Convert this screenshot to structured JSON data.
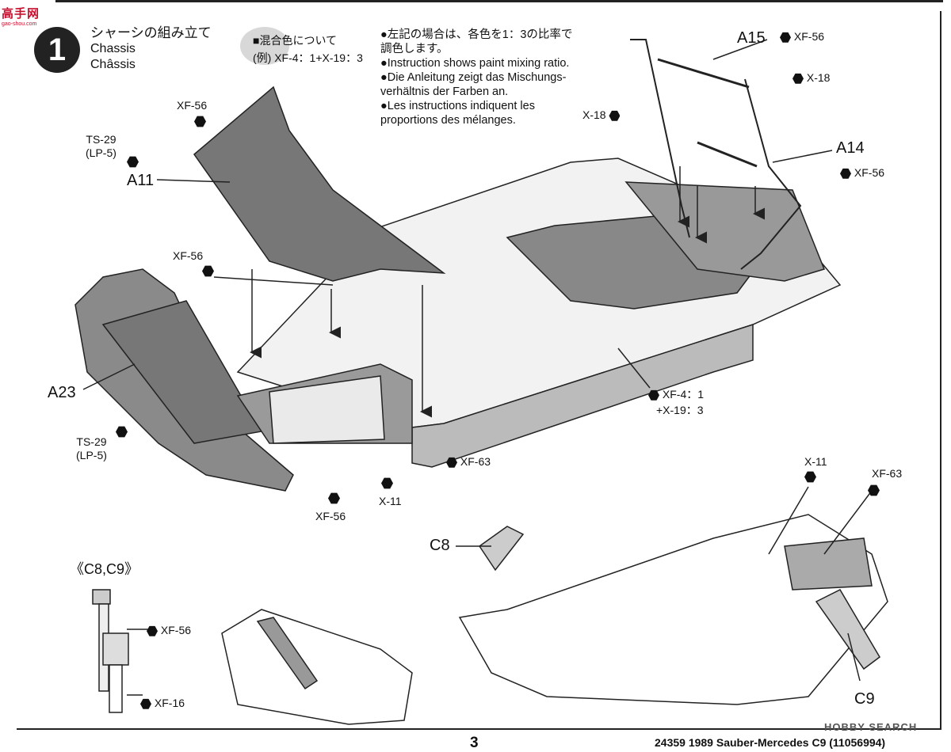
{
  "watermark": {
    "main": "高手网",
    "sub": "gao-shou.com"
  },
  "step": {
    "number": "1",
    "title_jp": "シャーシの組み立て",
    "title_en": "Chassis",
    "title_fr": "Châssis"
  },
  "mix_note": {
    "heading": "■混合色について",
    "example": "(例) XF-4：1+X-19：3"
  },
  "notes": [
    "●左記の場合は、各色を1：3の比率で",
    "調色します。",
    "●Instruction shows paint mixing ratio.",
    "●Die Anleitung zeigt das Mischungs-",
    "verhältnis der Farben an.",
    "●Les instructions indiquent les",
    "proportions des mélanges."
  ],
  "parts": {
    "a11": "A11",
    "a23": "A23",
    "a14": "A14",
    "a15": "A15",
    "c8": "C8",
    "c9": "C9",
    "c8c9": "《C8,C9》"
  },
  "paints": {
    "xf56": "XF-56",
    "xf63": "XF-63",
    "xf16": "XF-16",
    "x11": "X-11",
    "x18": "X-18",
    "ts29": "TS-29",
    "lp5": "(LP-5)",
    "xf4": "XF-4：1",
    "x19": "+X-19：3"
  },
  "footer": {
    "page": "3",
    "ref": "24359 1989 Sauber-Mercedes C9 (11056994)",
    "logo": "HOBBY SEARCH"
  }
}
